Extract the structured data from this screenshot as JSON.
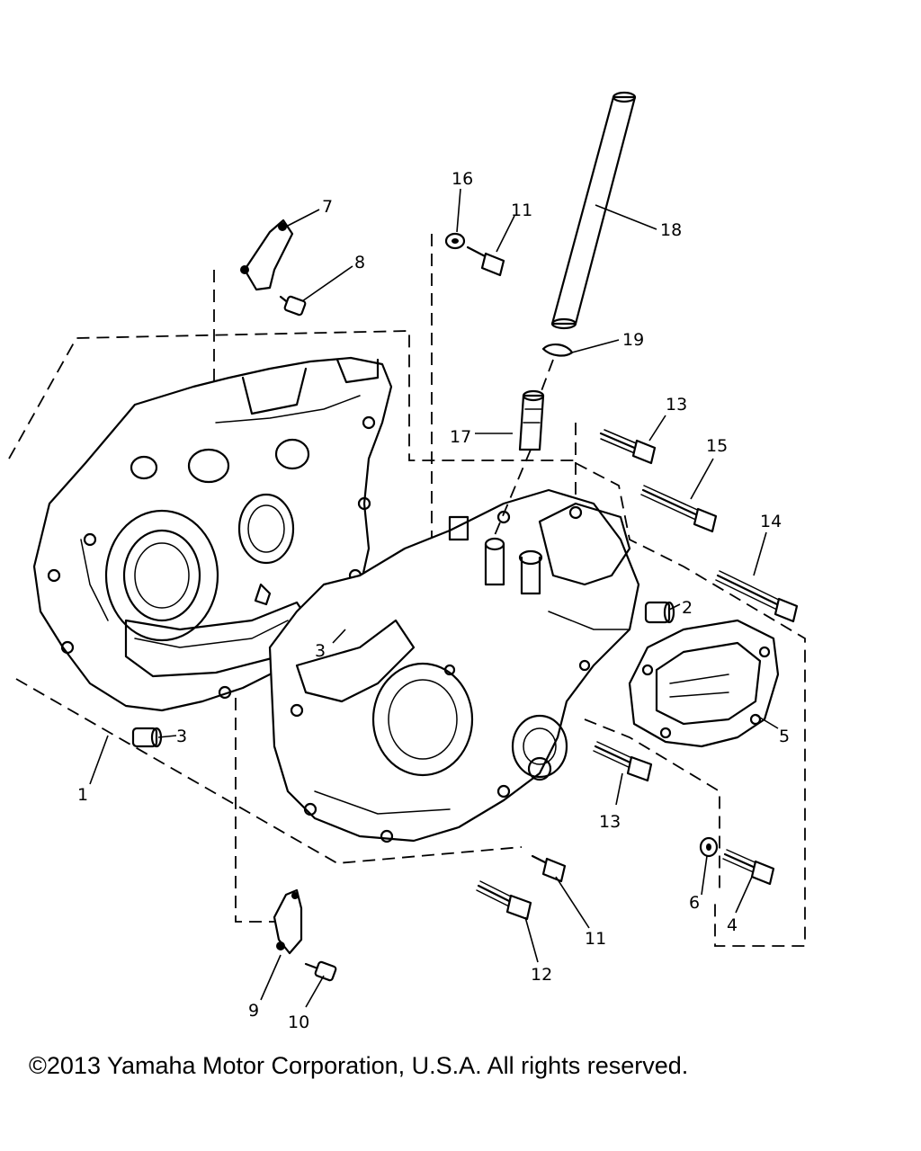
{
  "diagram": {
    "callouts": [
      {
        "id": "c1",
        "text": "1"
      },
      {
        "id": "c2",
        "text": "2"
      },
      {
        "id": "c3a",
        "text": "3"
      },
      {
        "id": "c3b",
        "text": "3"
      },
      {
        "id": "c4",
        "text": "4"
      },
      {
        "id": "c5",
        "text": "5"
      },
      {
        "id": "c6",
        "text": "6"
      },
      {
        "id": "c7",
        "text": "7"
      },
      {
        "id": "c8",
        "text": "8"
      },
      {
        "id": "c9",
        "text": "9"
      },
      {
        "id": "c10",
        "text": "10"
      },
      {
        "id": "c11a",
        "text": "11"
      },
      {
        "id": "c11b",
        "text": "11"
      },
      {
        "id": "c12",
        "text": "12"
      },
      {
        "id": "c13a",
        "text": "13"
      },
      {
        "id": "c13b",
        "text": "13"
      },
      {
        "id": "c14",
        "text": "14"
      },
      {
        "id": "c15",
        "text": "15"
      },
      {
        "id": "c16",
        "text": "16"
      },
      {
        "id": "c17",
        "text": "17"
      },
      {
        "id": "c18",
        "text": "18"
      },
      {
        "id": "c19",
        "text": "19"
      }
    ]
  },
  "footer": {
    "copyright": "©2013 Yamaha Motor Corporation, U.S.A. All rights reserved."
  }
}
